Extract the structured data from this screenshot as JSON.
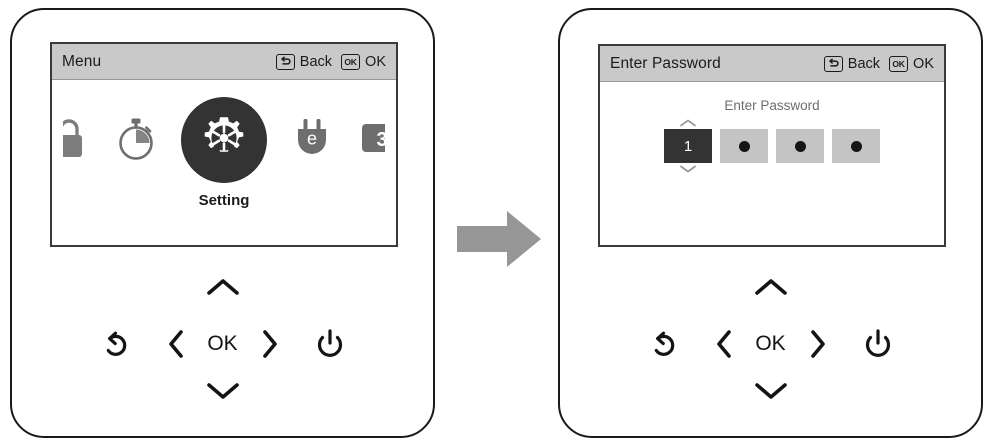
{
  "panels": [
    {
      "id": "menu-panel",
      "screen": {
        "title": "Menu",
        "actions": [
          {
            "icon": "back-icon",
            "label": "Back"
          },
          {
            "icon": "ok-key-icon",
            "badge": "OK",
            "label": "OK"
          }
        ],
        "carousel": {
          "selected_label": "Setting",
          "items": [
            {
              "icon": "lock-icon",
              "name": "Lock",
              "state": "partial-left"
            },
            {
              "icon": "timer-icon",
              "name": "Timer",
              "state": "inactive"
            },
            {
              "icon": "gear-icon",
              "name": "Setting",
              "state": "selected"
            },
            {
              "icon": "plug-e-icon",
              "name": "Plug",
              "state": "inactive"
            },
            {
              "icon": "number-3-icon",
              "name": "Number",
              "state": "partial-right"
            }
          ]
        }
      },
      "keypad": {
        "up": "chevron-up-icon",
        "down": "chevron-down-icon",
        "left": "chevron-left-icon",
        "right": "chevron-right-icon",
        "back": "undo-arrow-icon",
        "power": "power-icon",
        "ok_label": "OK"
      }
    },
    {
      "id": "password-panel",
      "screen": {
        "title": "Enter Password",
        "actions": [
          {
            "icon": "back-icon",
            "label": "Back"
          },
          {
            "icon": "ok-key-icon",
            "badge": "OK",
            "label": "OK"
          }
        ],
        "password": {
          "prompt": "Enter Password",
          "cells": [
            {
              "value": "1",
              "state": "active"
            },
            {
              "value": "",
              "state": "masked"
            },
            {
              "value": "",
              "state": "masked"
            },
            {
              "value": "",
              "state": "masked"
            }
          ],
          "stepper_up": "chevron-up-icon",
          "stepper_down": "chevron-down-icon"
        }
      },
      "keypad": {
        "up": "chevron-up-icon",
        "down": "chevron-down-icon",
        "left": "chevron-left-icon",
        "right": "chevron-right-icon",
        "back": "undo-arrow-icon",
        "power": "power-icon",
        "ok_label": "OK"
      }
    }
  ],
  "flow": {
    "arrow_icon": "right-arrow-icon"
  },
  "colors": {
    "header_bg": "#c9c9c9",
    "selected_bg": "#333333",
    "masked_bg": "#c4c4c4",
    "icon_gray": "#6e6e6e",
    "arrow_gray": "#969696",
    "outline": "#1a1a1a"
  }
}
